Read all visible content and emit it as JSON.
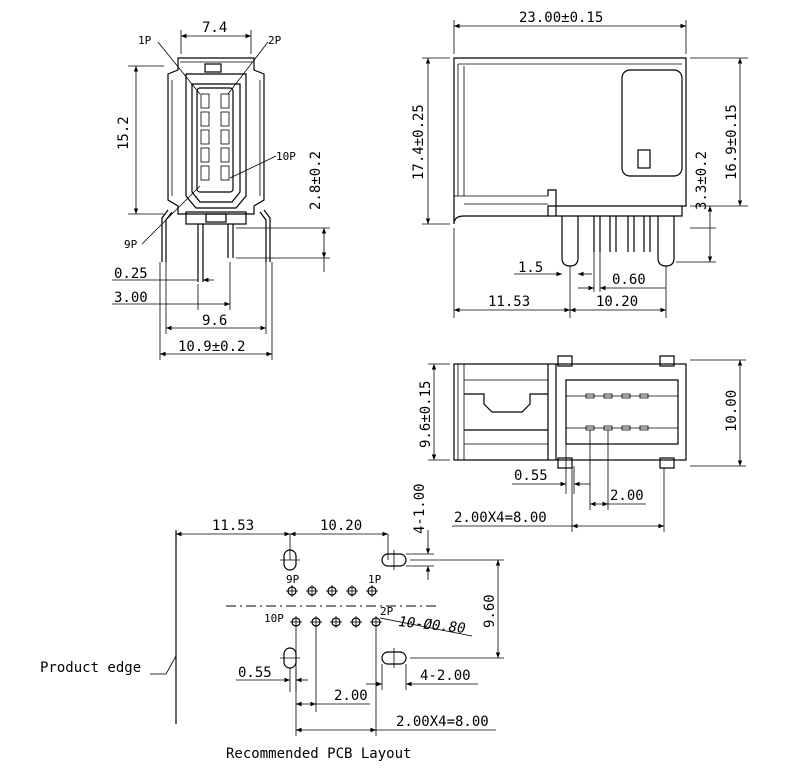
{
  "front_view": {
    "dim_width_top": "7.4",
    "label_1p": "1P",
    "label_2p": "2P",
    "label_9p": "9P",
    "label_10p": "10P",
    "dim_height": "15.2",
    "dim_pin_height": "2.8±0.2",
    "dim_pin_width": "0.25",
    "dim_pin_offset": "3.00",
    "dim_9_6": "9.6",
    "dim_overall_width": "10.9±0.2"
  },
  "side_view": {
    "dim_length": "23.00±0.15",
    "dim_height_left": "17.4±0.25",
    "dim_height_right": "16.9±0.15",
    "dim_pin_protrusion": "3.3±0.2",
    "dim_pin_1_5": "1.5",
    "dim_pin_0_60": "0.60",
    "dim_11_53": "11.53",
    "dim_10_20": "10.20"
  },
  "bottom_view": {
    "dim_9_6": "9.6±0.15",
    "dim_10_00": "10.00",
    "dim_0_55": "0.55",
    "dim_2_00": "2.00",
    "dim_pitch": "2.00X4=8.00"
  },
  "pcb_layout": {
    "dim_11_53": "11.53",
    "dim_10_20": "10.20",
    "dim_4_1_00": "4-1.00",
    "dim_9_60": "9.60",
    "label_9p": "9P",
    "label_1p": "1P",
    "label_10p": "10P",
    "label_2p": "2P",
    "dim_holes": "10-Ø0.80",
    "product_edge": "Product edge",
    "dim_0_55": "0.55",
    "dim_4_2_00": "4-2.00",
    "dim_2_00": "2.00",
    "dim_pitch": "2.00X4=8.00",
    "caption": "Recommended PCB Layout"
  }
}
